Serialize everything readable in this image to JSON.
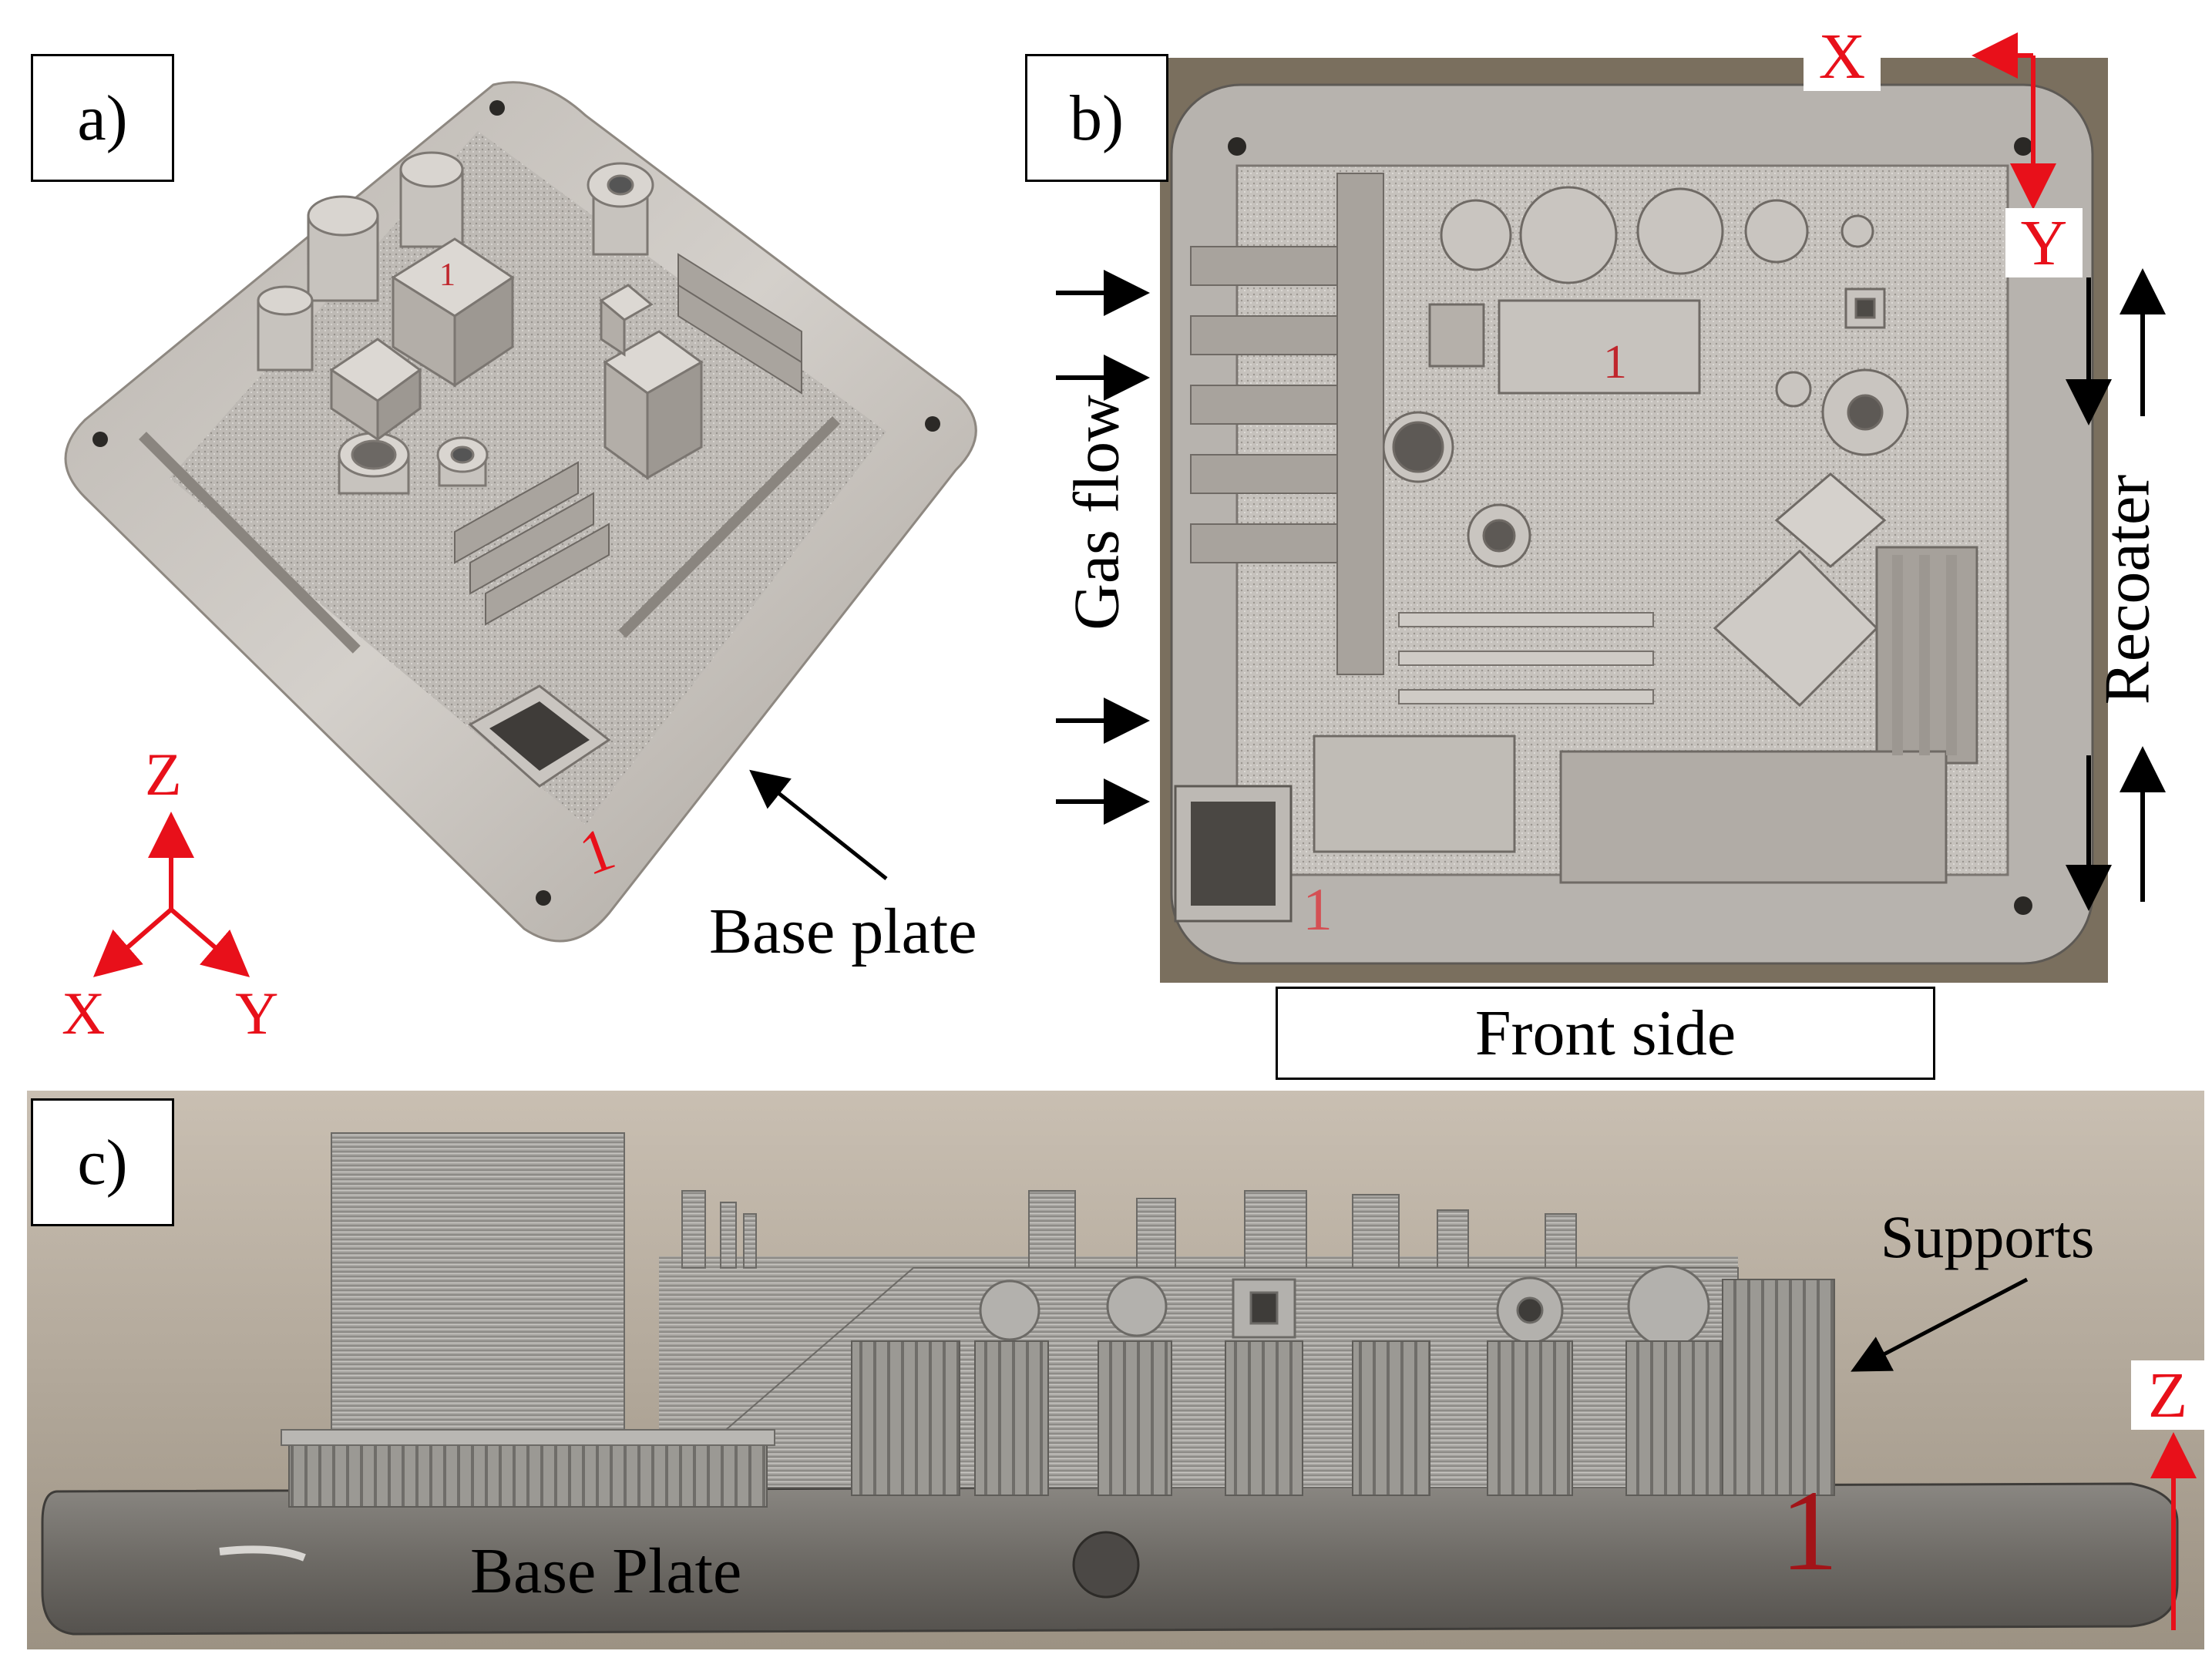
{
  "panels": {
    "a": {
      "label": "a)",
      "base_plate_label": "Base plate",
      "part_number": "1",
      "axes": {
        "z": "Z",
        "x": "X",
        "y": "Y"
      }
    },
    "b": {
      "label": "b)",
      "gas_flow_label": "Gas flow",
      "recoater_label": "Recoater",
      "front_side_label": "Front side",
      "part_number": "1",
      "axes": {
        "x": "X",
        "y": "Y"
      }
    },
    "c": {
      "label": "c)",
      "supports_label": "Supports",
      "base_plate_label": "Base Plate",
      "part_number": "1",
      "axes": {
        "z": "Z"
      }
    }
  },
  "colors": {
    "axis_red": "#e8101a",
    "metal_light": "#c9c7c4",
    "metal_dark": "#6f6d6a",
    "background_wall": "#b8ad9f"
  }
}
